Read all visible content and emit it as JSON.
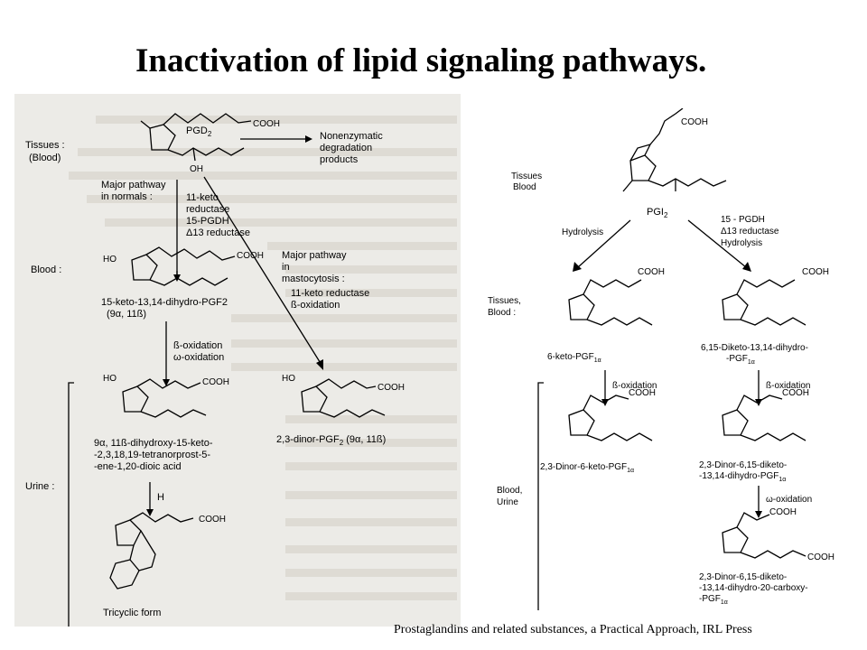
{
  "title": "Inactivation of lipid signaling pathways.",
  "citation": "Prostaglandins and related substances, a Practical Approach, IRL Press",
  "left_panel": {
    "pgd2": "PGD",
    "pgd2_sub": "2",
    "tissues": "Tissues :",
    "blood_paren": "(Blood)",
    "cooh_1": "COOH",
    "oh_1": "OH",
    "nonenzymatic_1": "Nonenzymatic",
    "nonenzymatic_2": "degradation",
    "nonenzymatic_3": "products",
    "major_normals_1": "Major pathway",
    "major_normals_2": "in normals :",
    "enz_1": "11-keto",
    "enz_2": "reductase",
    "enz_3": "15-PGDH",
    "enz_4": "Δ13 reductase",
    "major_masto_1": "Major pathway",
    "major_masto_2": "in",
    "major_masto_3": "mastocytosis :",
    "masto_enz_1": "11-keto reductase",
    "masto_enz_2": "ß-oxidation",
    "blood": "Blood :",
    "cooh_2": "COOH",
    "ho_2": "HO",
    "product_1": "15-keto-13,14-dihydro-PGF2",
    "product_1b": "(9α, 11ß)",
    "beta_ox": "ß-oxidation",
    "omega_ox": "ω-oxidation",
    "cooh_3": "COOH",
    "cooh_4": "COOH",
    "ho_3": "HO",
    "ho_4": "HO",
    "urinary_1": "9α, 11ß-dihydroxy-15-keto-",
    "urinary_2": "-2,3,18,19-tetranorprost-5-",
    "urinary_3": "-ene-1,20-dioic acid",
    "dinor": "2,3-dinor-PGF",
    "dinor_sub": "2",
    "dinor_b": "(9α, 11ß)",
    "urine": "Urine :",
    "h_plus": "H",
    "cooh_5": "COOH",
    "tricyclic": "Tricyclic form"
  },
  "right_panel": {
    "tissues_blood_1": "Tissues",
    "tissues_blood_2": "Blood",
    "cooh_top": "COOH",
    "pgi2": "PGI",
    "pgi2_sub": "2",
    "hydrolysis_1": "Hydrolysis",
    "enz_1": "15 - PGDH",
    "enz_2": "Δ13 reductase",
    "enz_3": "Hydrolysis",
    "tissues_blood_lbl_1": "Tissues,",
    "tissues_blood_lbl_2": "Blood :",
    "cooh_a": "COOH",
    "cooh_b": "COOH",
    "prod_a": "6-keto-PGF",
    "prod_a_sub": "1α",
    "prod_b_1": "6,15-Diketo-13,14-dihydro-",
    "prod_b_2": "-PGF",
    "prod_b_sub": "1α",
    "beta_ox_a": "ß-oxidation",
    "beta_ox_b": "ß-oxidation",
    "cooh_c": "COOH",
    "cooh_d": "COOH",
    "prod_c": "2,3-Dinor-6-keto-PGF",
    "prod_c_sub": "1α",
    "prod_d_1": "2,3-Dinor-6,15-diketo-",
    "prod_d_2": "-13,14-dihydro-PGF",
    "prod_d_sub": "1α",
    "blood_urine_1": "Blood,",
    "blood_urine_2": "Urine",
    "omega_ox": "ω-oxidation",
    "cooh_e": "COOH",
    "cooh_f": "COOH",
    "prod_e_1": "2,3-Dinor-6,15-diketo-",
    "prod_e_2": "-13,14-dihydro-20-carboxy-",
    "prod_e_3": "-PGF",
    "prod_e_sub": "1α"
  }
}
